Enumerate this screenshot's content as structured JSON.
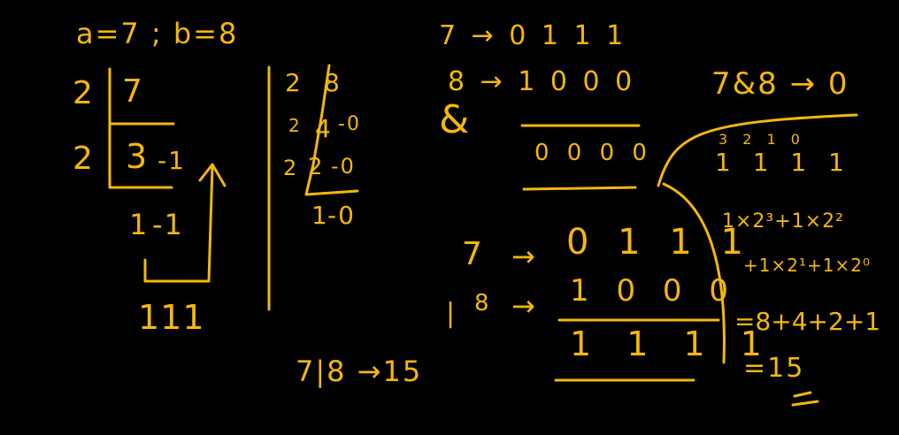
{
  "board": {
    "ink_color": "#f5b70a",
    "background_color": "#000000"
  },
  "assignment": "a=7 ; b=8",
  "division_7": {
    "divisor_top": "2",
    "dividend": "7",
    "divisor_mid": "2",
    "quotient_1": "3",
    "remainder_1": "-1",
    "quotient_2": "1",
    "remainder_2": "-1",
    "result_bits": "111"
  },
  "division_8": {
    "divisor_1": "2",
    "dividend": "8",
    "divisor_2": "2",
    "quotient_1": "4",
    "remainder_1": "-0",
    "divisor_3": "2",
    "quotient_2": "2",
    "remainder_2": "-0",
    "quotient_3": "1",
    "remainder_3": "-0"
  },
  "and_example": {
    "line_a": "7 → 0 1 1 1",
    "line_b": "8 → 1 0 0 0",
    "operator": "&",
    "result": "0 0 0 0",
    "conclusion": "7&8 → 0"
  },
  "or_example": {
    "line_a_label": "7",
    "line_a_bits": "0 1 1 1",
    "operator": "|",
    "line_b_label": "8",
    "line_b_bits": "1 0 0 0",
    "result": "1 1 1 1",
    "conclusion": "7|8 →15"
  },
  "place_values": {
    "exponents": "3 2 1 0",
    "bits": "1 1 1 1",
    "expansion_1": "1×2³+1×2²",
    "expansion_2": "+1×2¹+1×2⁰",
    "sum": "=8+4+2+1",
    "total": "=15"
  }
}
